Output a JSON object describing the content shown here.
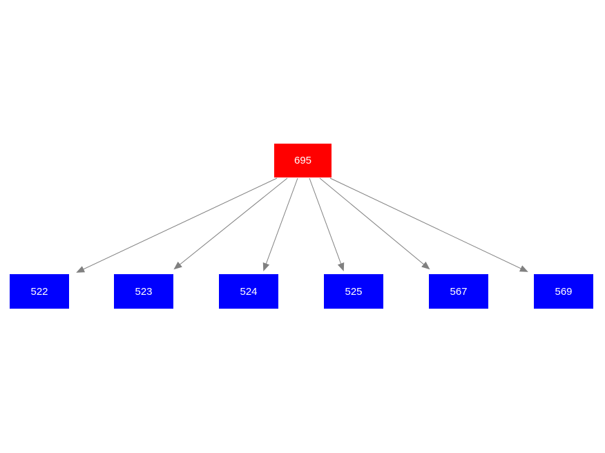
{
  "diagram": {
    "type": "tree",
    "root": {
      "id": "695",
      "label": "695",
      "fill_color": "#ff0000",
      "text_color": "#ffffff"
    },
    "children": [
      {
        "id": "522",
        "label": "522"
      },
      {
        "id": "523",
        "label": "523"
      },
      {
        "id": "524",
        "label": "524"
      },
      {
        "id": "525",
        "label": "525"
      },
      {
        "id": "567",
        "label": "567"
      }
    ],
    "children2": {
      "id": "569",
      "label": "569"
    },
    "child_fill_color": "#0000ff",
    "child_text_color": "#ffffff",
    "edge_color": "#808080",
    "edges": [
      {
        "from": "695",
        "to": "522"
      },
      {
        "from": "695",
        "to": "523"
      },
      {
        "from": "695",
        "to": "524"
      },
      {
        "from": "695",
        "to": "525"
      },
      {
        "from": "695",
        "to": "567"
      },
      {
        "from": "695",
        "to": "569"
      }
    ]
  }
}
